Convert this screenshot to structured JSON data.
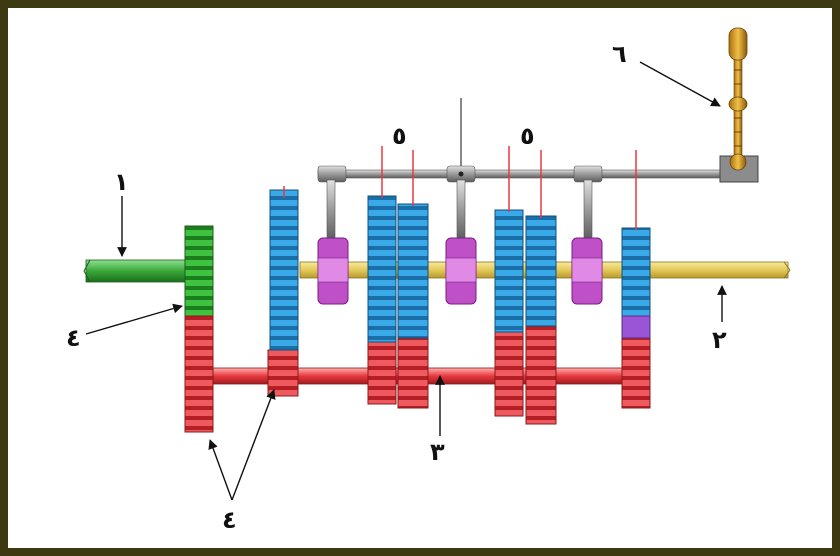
{
  "colors": {
    "frame": "#3d3a12",
    "input_shaft": "#3aa83a",
    "output_shaft": "#e8d36a",
    "counter_shaft": "#e8393f",
    "blue_gear": "#2f9fe0",
    "red_gear": "#e8393f",
    "green_gear": "#2faa2f",
    "synchro": "#c050c8",
    "selector_rod": "#9a9a9a",
    "lever": "#d6a21a"
  },
  "labels": {
    "l1": "١",
    "l2": "٢",
    "l3": "٣",
    "l4a": "٤",
    "l4b": "٤",
    "l5a": "٥",
    "l5b": "٥",
    "l6": "٦"
  }
}
